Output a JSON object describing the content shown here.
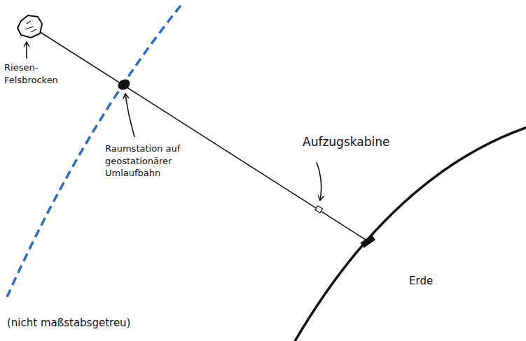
{
  "diagram": {
    "labels": [
      "Riesen- Felsbrocken",
      "Raumstation auf geostationärer Umlaufbahn",
      "Aufzugskabine",
      "Erde",
      "(nicht maßstabsgetreu)"
    ]
  }
}
